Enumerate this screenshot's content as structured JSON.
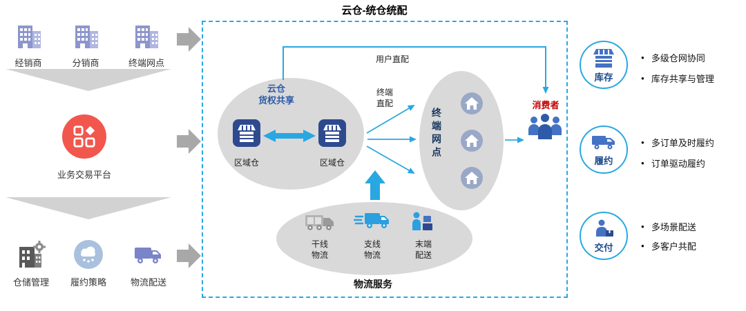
{
  "title": "云仓-统仓统配",
  "colors": {
    "accent_blue": "#29a7e2",
    "navy": "#2e4a8f",
    "icon_blue": "#4472c4",
    "platform_red": "#f1574d",
    "ellipse_gray": "#d9d9d9",
    "building_purple": "#8d96cc",
    "consumer_label_red": "#c00000"
  },
  "left_panel": {
    "top_row": [
      {
        "label": "经销商",
        "icon": "building-icon"
      },
      {
        "label": "分销商",
        "icon": "building-icon"
      },
      {
        "label": "终端网点",
        "icon": "building-icon"
      }
    ],
    "platform": {
      "label": "业务交易平台",
      "icon": "grid-tiles-icon"
    },
    "bottom_row": [
      {
        "label": "仓储管理",
        "icon": "warehouse-gear-icon"
      },
      {
        "label": "履约策略",
        "icon": "cloud-strategy-icon"
      },
      {
        "label": "物流配送",
        "icon": "delivery-truck-icon"
      }
    ]
  },
  "diagram": {
    "user_direct_label": "用户直配",
    "cloud_group": {
      "title_line1": "云仓",
      "title_line2": "货权共享",
      "left_warehouse_label": "区域仓",
      "right_warehouse_label": "区域仓"
    },
    "terminal_direct_line1": "终端",
    "terminal_direct_line2": "直配",
    "terminal_network_label": "终端网点",
    "consumers_label": "消费者",
    "logistics": {
      "label": "物流服务",
      "items": [
        {
          "line1": "干线",
          "line2": "物流",
          "icon": "trunk-truck-icon"
        },
        {
          "line1": "支线",
          "line2": "物流",
          "icon": "express-truck-icon"
        },
        {
          "line1": "末端",
          "line2": "配送",
          "icon": "parcel-courier-icon"
        }
      ]
    }
  },
  "right_panel": [
    {
      "badge": "库存",
      "icon": "warehouse-front-icon",
      "bullets": [
        "多级仓网协同",
        "库存共享与管理"
      ]
    },
    {
      "badge": "履约",
      "icon": "fulfillment-truck-icon",
      "bullets": [
        "多订单及时履约",
        "订单驱动履约"
      ]
    },
    {
      "badge": "交付",
      "icon": "courier-box-icon",
      "bullets": [
        "多场景配送",
        "多客户共配"
      ]
    }
  ]
}
